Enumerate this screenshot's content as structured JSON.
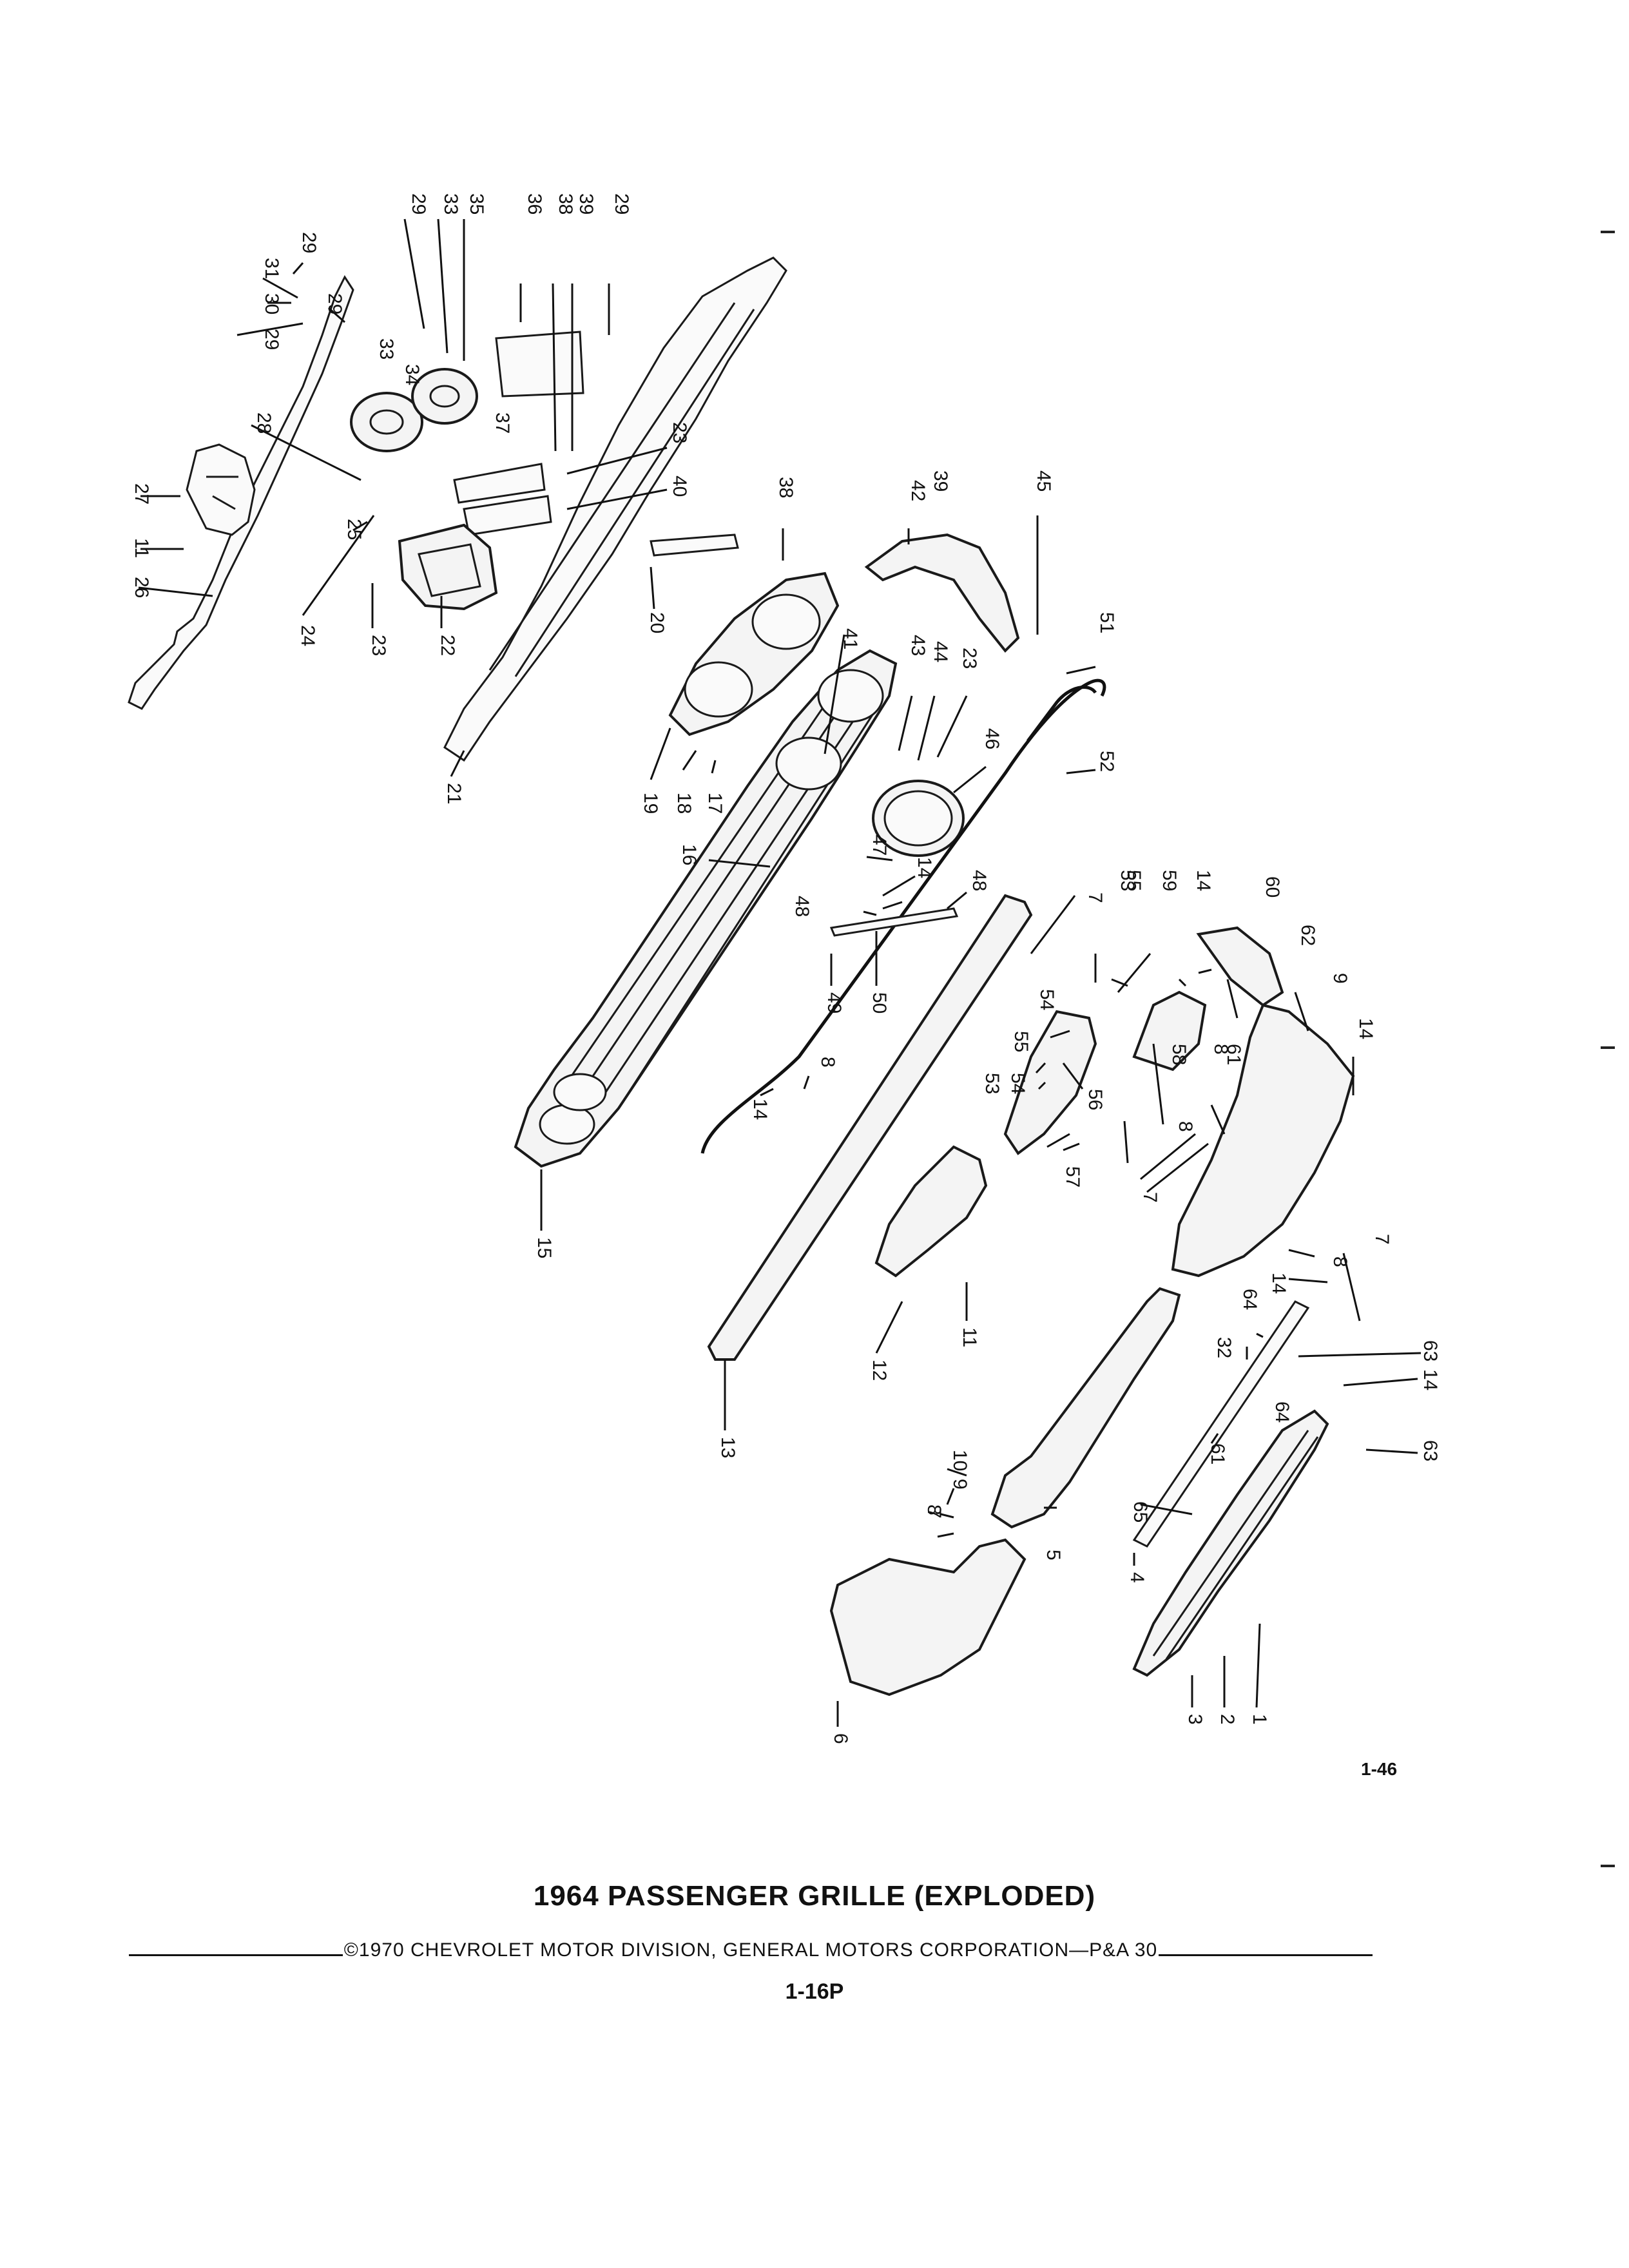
{
  "figure": {
    "figure_number": "1-46",
    "caption_title": "1964 PASSENGER GRILLE (EXPLODED)",
    "copyright": "©1970 CHEVROLET MOTOR DIVISION, GENERAL MOTORS CORPORATION—P&A 30",
    "page_number": "1-16P"
  },
  "callouts": [
    "1",
    "2",
    "3",
    "4",
    "5",
    "6",
    "7",
    "8",
    "9",
    "10",
    "11",
    "12",
    "13",
    "14",
    "15",
    "16",
    "17",
    "18",
    "19",
    "20",
    "21",
    "22",
    "23",
    "24",
    "25",
    "26",
    "27",
    "28",
    "29",
    "30",
    "31",
    "32",
    "33",
    "34",
    "35",
    "36",
    "37",
    "38",
    "39",
    "40",
    "41",
    "42",
    "43",
    "44",
    "45",
    "46",
    "47",
    "48",
    "49",
    "50",
    "51",
    "52",
    "53",
    "54",
    "55",
    "56",
    "57",
    "58",
    "59",
    "60",
    "61",
    "62",
    "63",
    "64",
    "65"
  ]
}
